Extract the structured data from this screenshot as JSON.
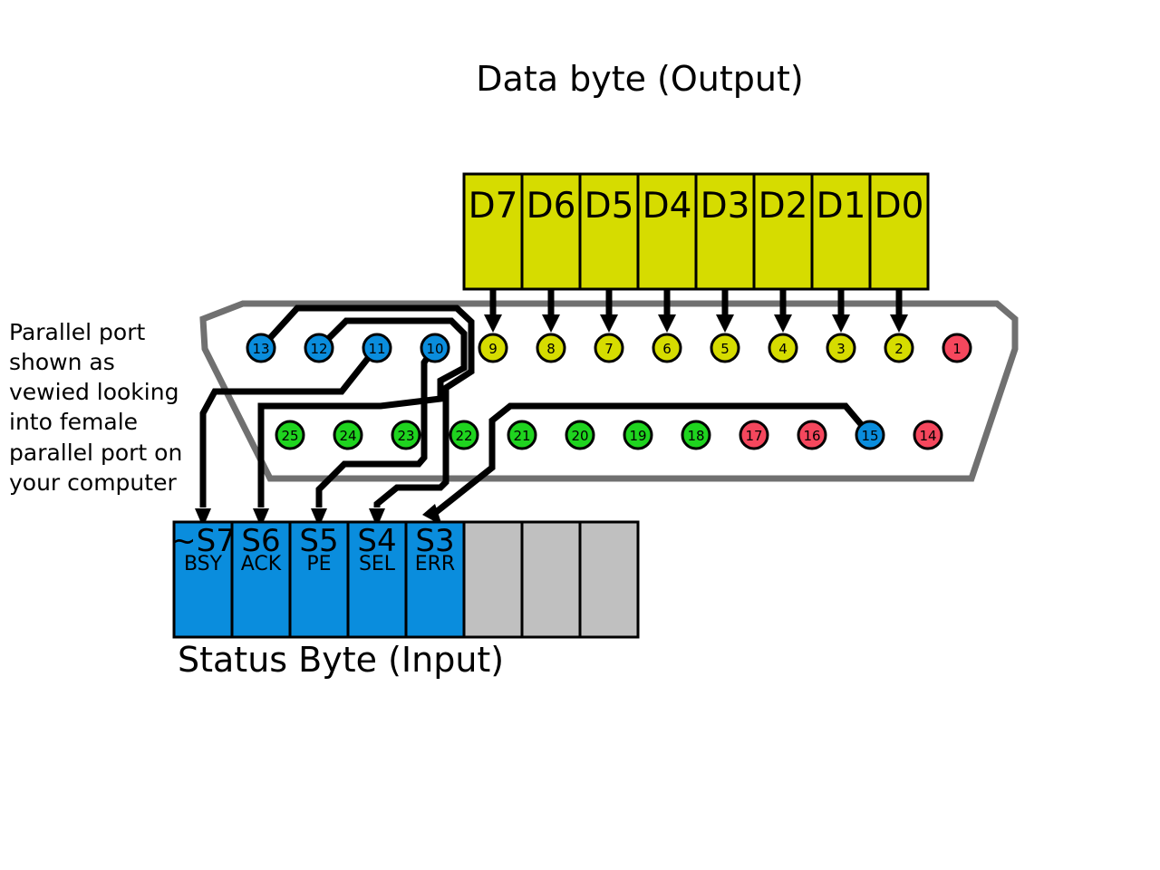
{
  "data_byte": {
    "title": "Data byte (Output)",
    "bits": [
      "D7",
      "D6",
      "D5",
      "D4",
      "D3",
      "D2",
      "D1",
      "D0"
    ],
    "color": "#d6dc00"
  },
  "status_byte": {
    "title": "Status Byte (Input)",
    "bits": [
      {
        "name": "~S7",
        "sub": "BSY"
      },
      {
        "name": "S6",
        "sub": "ACK"
      },
      {
        "name": "S5",
        "sub": "PE"
      },
      {
        "name": "S4",
        "sub": "SEL"
      },
      {
        "name": "S3",
        "sub": "ERR"
      },
      {
        "name": "",
        "sub": ""
      },
      {
        "name": "",
        "sub": ""
      },
      {
        "name": "",
        "sub": ""
      }
    ],
    "color": "#0a8ddd",
    "unused_color": "#c0c0c0"
  },
  "note": [
    "Parallel port",
    "shown as",
    "vewied looking",
    "into female",
    "parallel port on",
    "your computer"
  ],
  "connector": {
    "outline_color": "#707070",
    "top_row": [
      {
        "label": "13",
        "role": "status"
      },
      {
        "label": "12",
        "role": "status"
      },
      {
        "label": "11",
        "role": "status"
      },
      {
        "label": "10",
        "role": "status"
      },
      {
        "label": "9",
        "role": "data"
      },
      {
        "label": "8",
        "role": "data"
      },
      {
        "label": "7",
        "role": "data"
      },
      {
        "label": "6",
        "role": "data"
      },
      {
        "label": "5",
        "role": "data"
      },
      {
        "label": "4",
        "role": "data"
      },
      {
        "label": "3",
        "role": "data"
      },
      {
        "label": "2",
        "role": "data"
      },
      {
        "label": "1",
        "role": "control"
      }
    ],
    "bottom_row": [
      {
        "label": "25",
        "role": "ground"
      },
      {
        "label": "24",
        "role": "ground"
      },
      {
        "label": "23",
        "role": "ground"
      },
      {
        "label": "22",
        "role": "ground"
      },
      {
        "label": "21",
        "role": "ground"
      },
      {
        "label": "20",
        "role": "ground"
      },
      {
        "label": "19",
        "role": "ground"
      },
      {
        "label": "18",
        "role": "ground"
      },
      {
        "label": "17",
        "role": "control"
      },
      {
        "label": "16",
        "role": "control"
      },
      {
        "label": "15",
        "role": "status"
      },
      {
        "label": "14",
        "role": "control"
      }
    ],
    "role_colors": {
      "status": "#0a8ddd",
      "data": "#d6dc00",
      "control": "#f5475d",
      "ground": "#1fd41f"
    }
  }
}
